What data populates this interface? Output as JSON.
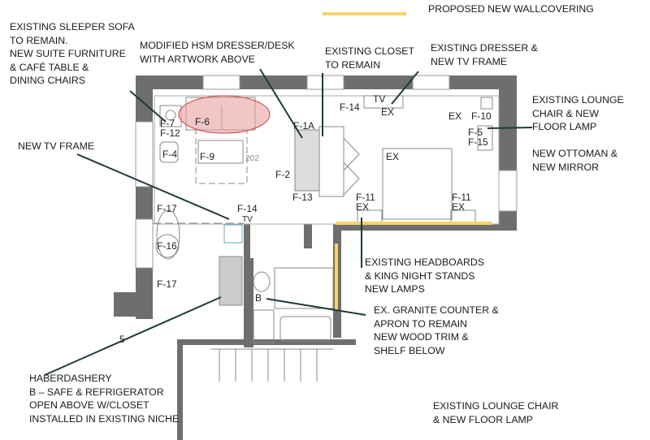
{
  "legend": {
    "label": "PROPOSED NEW WALLCOVERING",
    "color": "#f5d36b"
  },
  "notes": {
    "sofa": "EXISTING SLEEPER SOFA\nTO REMAIN.\nNEW SUITE FURNITURE\n& CAFÉ TABLE &\nDINING CHAIRS",
    "desk": "MODIFIED HSM DRESSER/DESK\nWITH ARTWORK ABOVE",
    "closet": "EXISTING CLOSET\nTO REMAIN",
    "dresser": "EXISTING DRESSER &\nNEW TV FRAME",
    "lounge_top": "EXISTING LOUNGE\nCHAIR & NEW\nFLOOR LAMP",
    "ottoman": "NEW OTTOMAN &\nNEW MIRROR",
    "tv_frame": "NEW TV FRAME",
    "headboards": "EXISTING HEADBOARDS\n& KING NIGHT STANDS\nNEW LAMPS",
    "granite": "EX. GRANITE COUNTER &\nAPRON TO REMAIN\nNEW WOOD TRIM &\nSHELF BELOW",
    "haberdashery": "HABERDASHERY\nB – SAFE & REFRIGERATOR\nOPEN ABOVE W/CLOSET\nINSTALLED IN EXISTING NICHE",
    "lounge_bottom": "EXISTING LOUNGE CHAIR\n& NEW FLOOR LAMP"
  },
  "tags": {
    "f7": "F-7",
    "f12": "F-12",
    "f4": "F-4",
    "f6": "F-6",
    "f9": "F-9",
    "room": "202",
    "f1a": "F-1A",
    "f2": "F-2",
    "f13": "F-13",
    "f14a": "F-14",
    "tv1": "TV",
    "ex1": "EX",
    "ex2": "EX",
    "f10": "F-10",
    "f5": "F-5",
    "f15": "F-15",
    "exbed": "EX",
    "f11a": "F-11",
    "ex3": "EX",
    "f11b": "F-11",
    "ex4": "EX",
    "f14b": "F-14",
    "tv2": "TV",
    "f17a": "F-17",
    "f16": "F-16",
    "f17b": "F-17",
    "b": "B",
    "five": "5"
  },
  "colors": {
    "wall": "#6b6b6b",
    "arrow": "#1f3a3d",
    "highlight": "#e8a0a0"
  }
}
